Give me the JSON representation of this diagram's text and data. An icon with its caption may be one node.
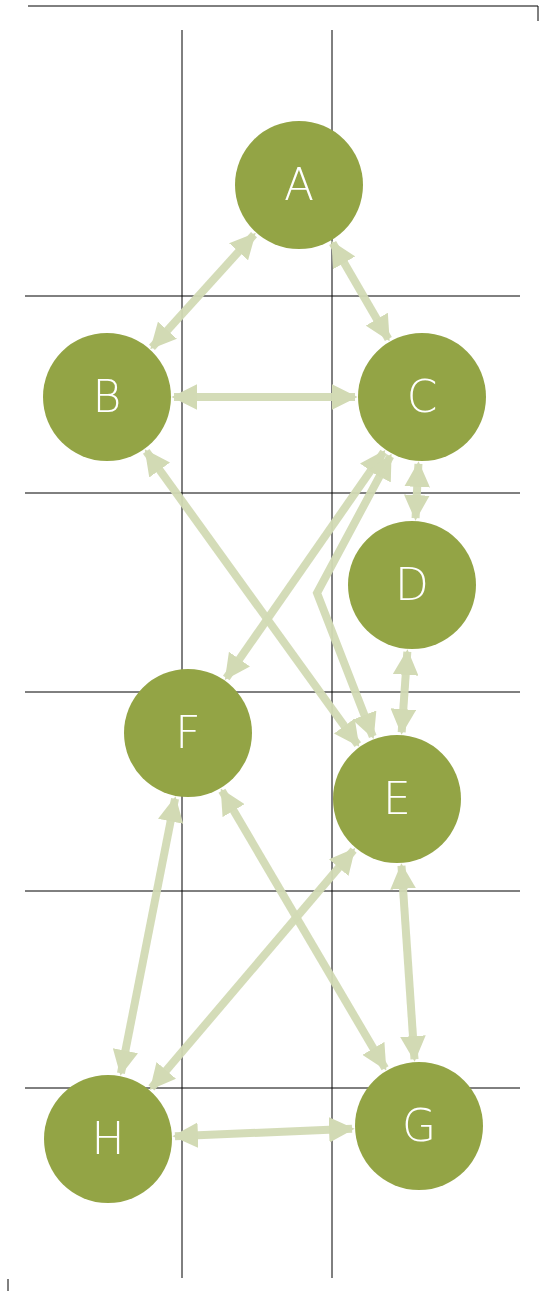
{
  "diagram": {
    "nodes": [
      {
        "text": [
          "A"
        ]
      },
      {
        "text": [
          "B"
        ]
      },
      {
        "text": [
          "C"
        ]
      },
      {
        "text": [
          "D"
        ]
      },
      {
        "text": [
          "F"
        ]
      },
      {
        "text": [
          "E"
        ]
      },
      {
        "text": [
          "H"
        ]
      },
      {
        "text": [
          "G"
        ]
      }
    ],
    "edges": [
      {
        "from": 0,
        "to": 1,
        "arrow": "both"
      },
      {
        "from": 0,
        "to": 2,
        "arrow": "both"
      },
      {
        "from": 1,
        "to": 2,
        "arrow": "both"
      },
      {
        "from": 2,
        "to": 4,
        "arrow": "both"
      },
      {
        "from": 2,
        "to": 5,
        "arrow": "both"
      },
      {
        "from": 2,
        "to": 3,
        "arrow": "both"
      },
      {
        "from": 1,
        "to": 5,
        "arrow": "both"
      },
      {
        "from": 3,
        "to": 5,
        "arrow": "both"
      },
      {
        "from": 4,
        "to": 6,
        "arrow": "both"
      },
      {
        "from": 4,
        "to": 7,
        "arrow": "both"
      },
      {
        "from": 5,
        "to": 6,
        "arrow": "both"
      },
      {
        "from": 5,
        "to": 7,
        "arrow": "both"
      },
      {
        "from": 6,
        "to": 7,
        "arrow": "both"
      }
    ]
  }
}
